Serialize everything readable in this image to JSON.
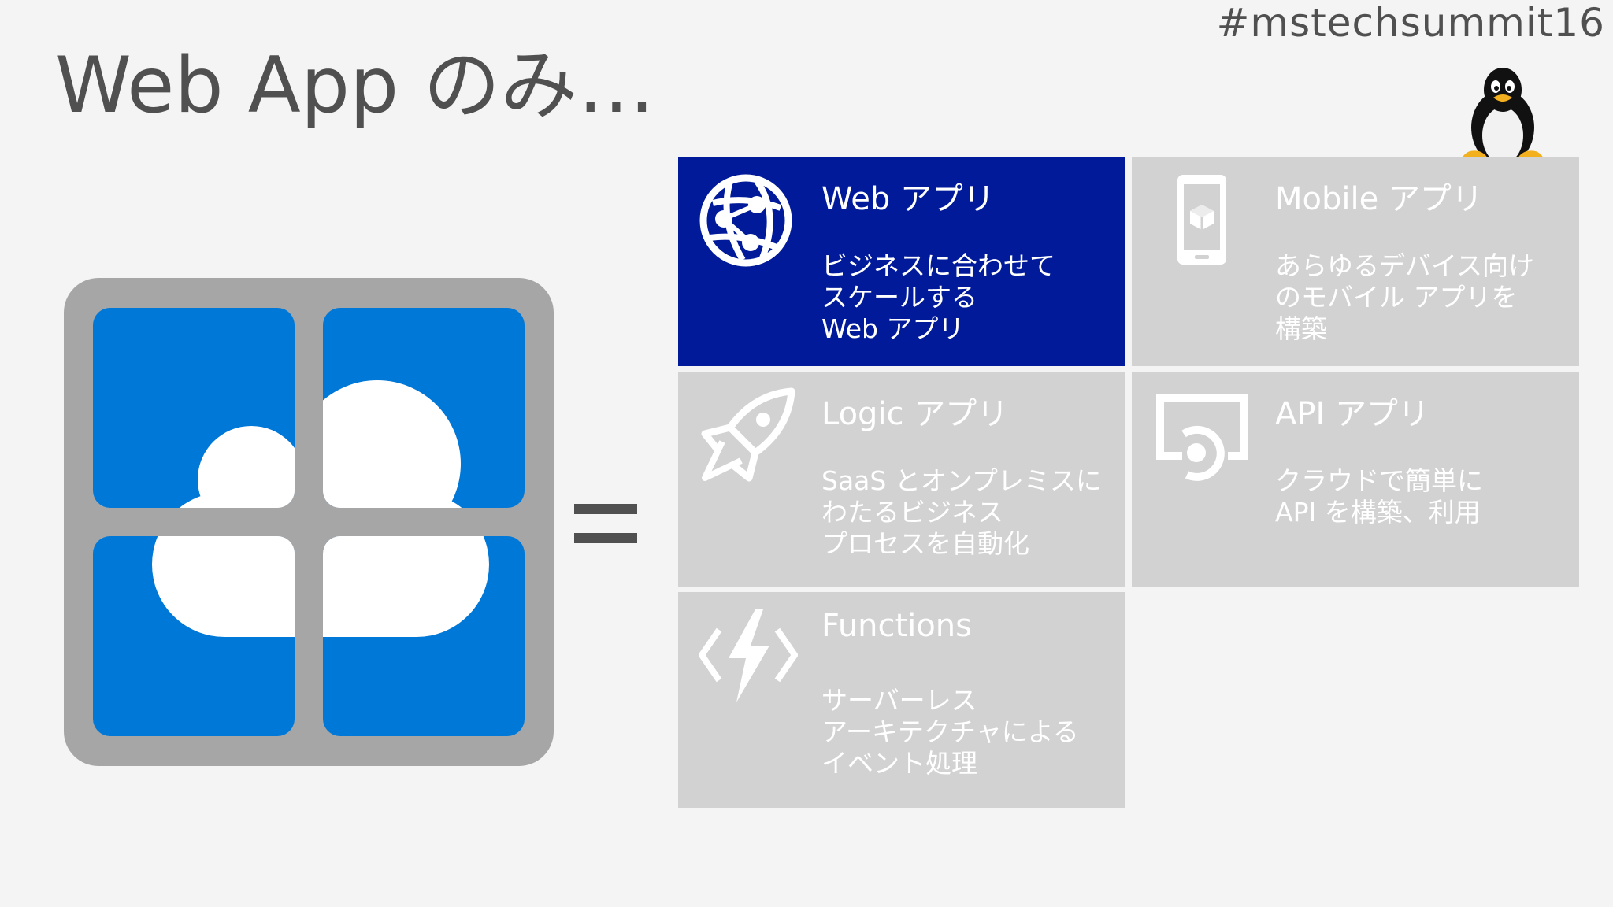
{
  "slide": {
    "hashtag": "#mstechsummit16",
    "title": "Web App のみ…"
  },
  "equals_sign": "=",
  "tiles": [
    {
      "name": "Web アプリ",
      "description": "ビジネスに合わせて\nスケールする\nWeb アプリ",
      "icon": "globe-network-icon",
      "state": "highlighted"
    },
    {
      "name": "Mobile アプリ",
      "description": "あらゆるデバイス向け\nのモバイル アプリを\n構築",
      "icon": "mobile-device-icon",
      "state": "dimmed"
    },
    {
      "name": "Logic アプリ",
      "description": "SaaS とオンプレミスに\nわたるビジネス\nプロセスを自動化",
      "icon": "rocket-icon",
      "state": "dimmed"
    },
    {
      "name": "API アプリ",
      "description": "クラウドで簡単に\nAPI を構築、利用",
      "icon": "api-screen-icon",
      "state": "dimmed"
    },
    {
      "name": "Functions",
      "description": "サーバーレス\nアーキテクチャによる\nイベント処理",
      "icon": "lightning-code-icon",
      "state": "dimmed"
    }
  ],
  "colors": {
    "background": "#f4f4f4",
    "text_gray": "#505050",
    "tile_active": "#001a99",
    "tile_inactive": "#d2d2d2",
    "app_icon_frame": "#a6a6a6",
    "app_icon_blue": "#0078d7"
  },
  "icons": {
    "app_service": "app-service-cloud-icon",
    "linux": "linux-penguin-icon"
  }
}
